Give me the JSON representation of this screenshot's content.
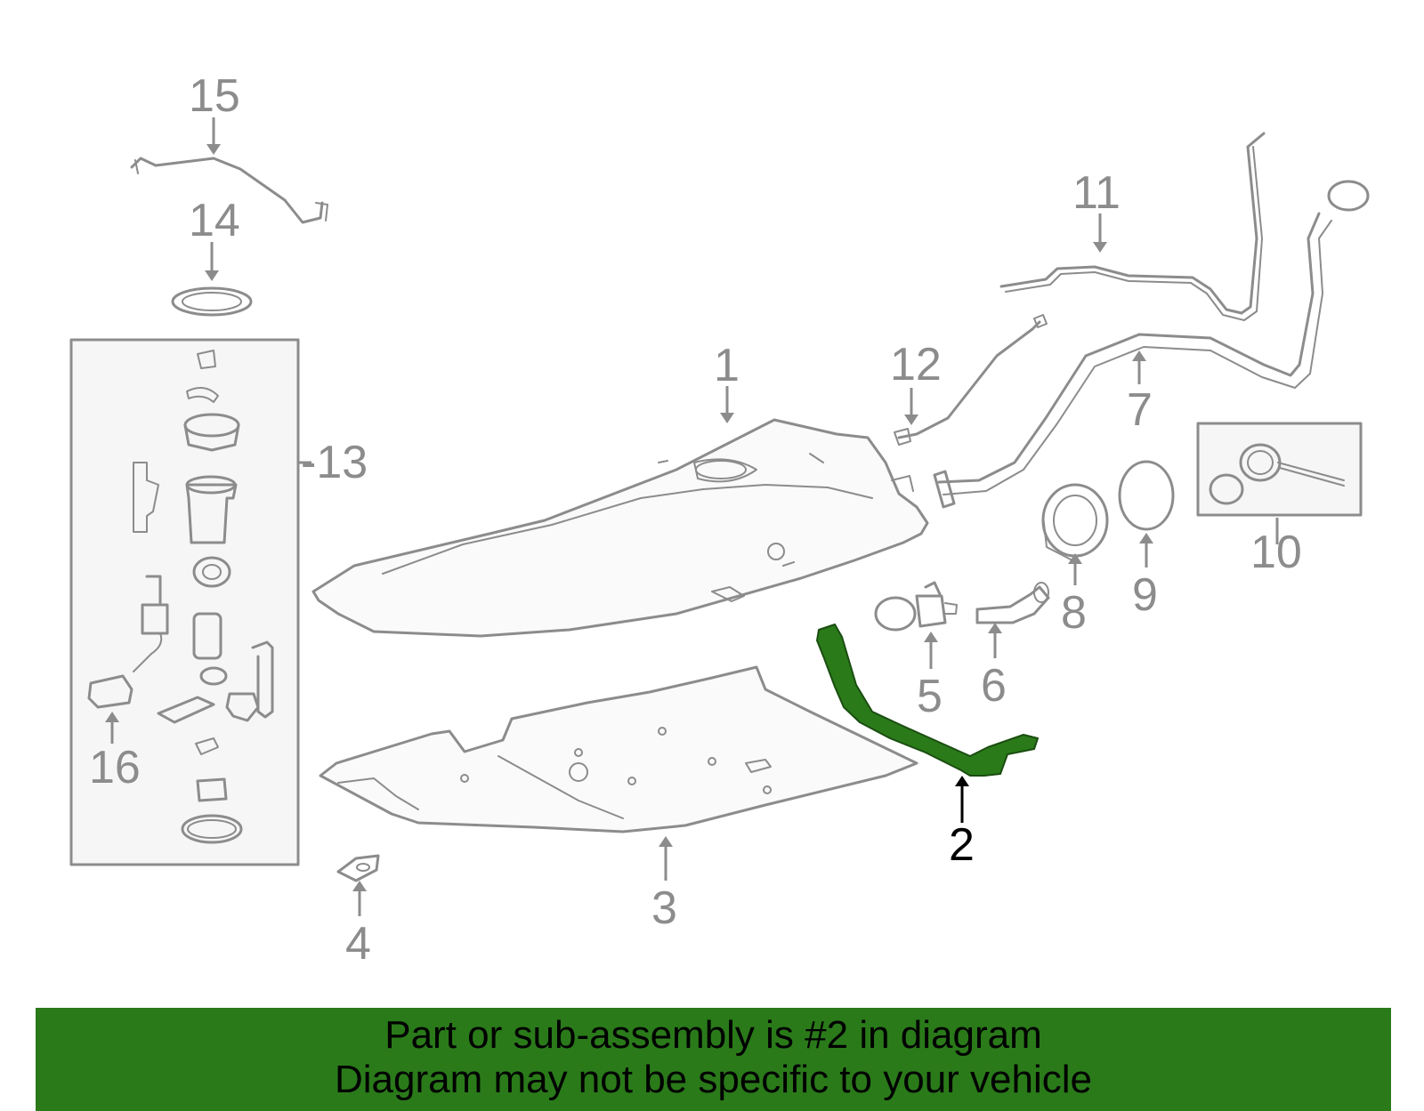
{
  "diagram": {
    "callouts": [
      {
        "id": "1",
        "label": "1"
      },
      {
        "id": "2",
        "label": "2"
      },
      {
        "id": "3",
        "label": "3"
      },
      {
        "id": "4",
        "label": "4"
      },
      {
        "id": "5",
        "label": "5"
      },
      {
        "id": "6",
        "label": "6"
      },
      {
        "id": "7",
        "label": "7"
      },
      {
        "id": "8",
        "label": "8"
      },
      {
        "id": "9",
        "label": "9"
      },
      {
        "id": "10",
        "label": "10"
      },
      {
        "id": "11",
        "label": "11"
      },
      {
        "id": "12",
        "label": "12"
      },
      {
        "id": "13",
        "label": "-13"
      },
      {
        "id": "14",
        "label": "14"
      },
      {
        "id": "15",
        "label": "15"
      },
      {
        "id": "16",
        "label": "16"
      }
    ],
    "highlighted_part": "2"
  },
  "banner": {
    "line1": "Part or sub-assembly is #2 in diagram",
    "line2": "Diagram may not be specific to your vehicle"
  },
  "colors": {
    "banner_bg": "#2a7a1a",
    "highlight_part": "#2a7a1a",
    "line_art": "#8c8c8c",
    "highlight_label": "#000000"
  }
}
